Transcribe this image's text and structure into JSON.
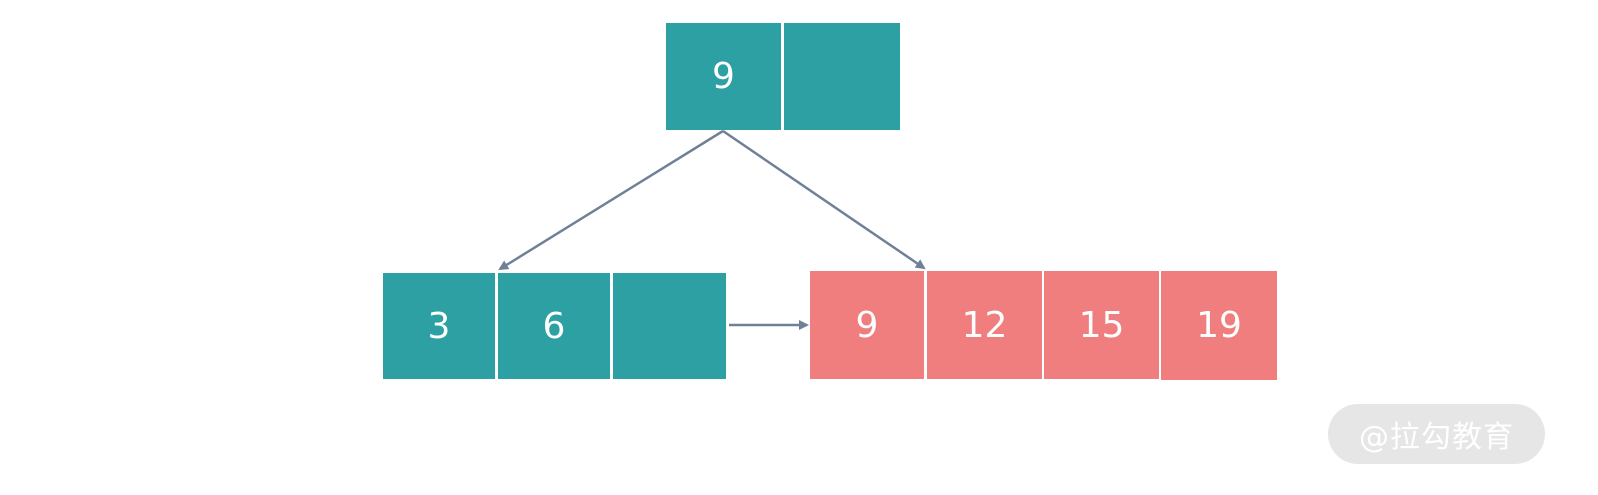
{
  "root_node": {
    "keys": [
      "9",
      ""
    ]
  },
  "internal_leaf_node": {
    "keys": [
      "3",
      "6",
      ""
    ]
  },
  "highlighted_leaf_node": {
    "keys": [
      "9",
      "12",
      "15",
      "19"
    ]
  },
  "colors": {
    "node_teal": "#2ca0a3",
    "node_highlight": "#f07e7e",
    "edge": "#6f8196",
    "watermark_bg": "#e6e6e6"
  },
  "watermark": {
    "text": "@拉勾教育"
  }
}
